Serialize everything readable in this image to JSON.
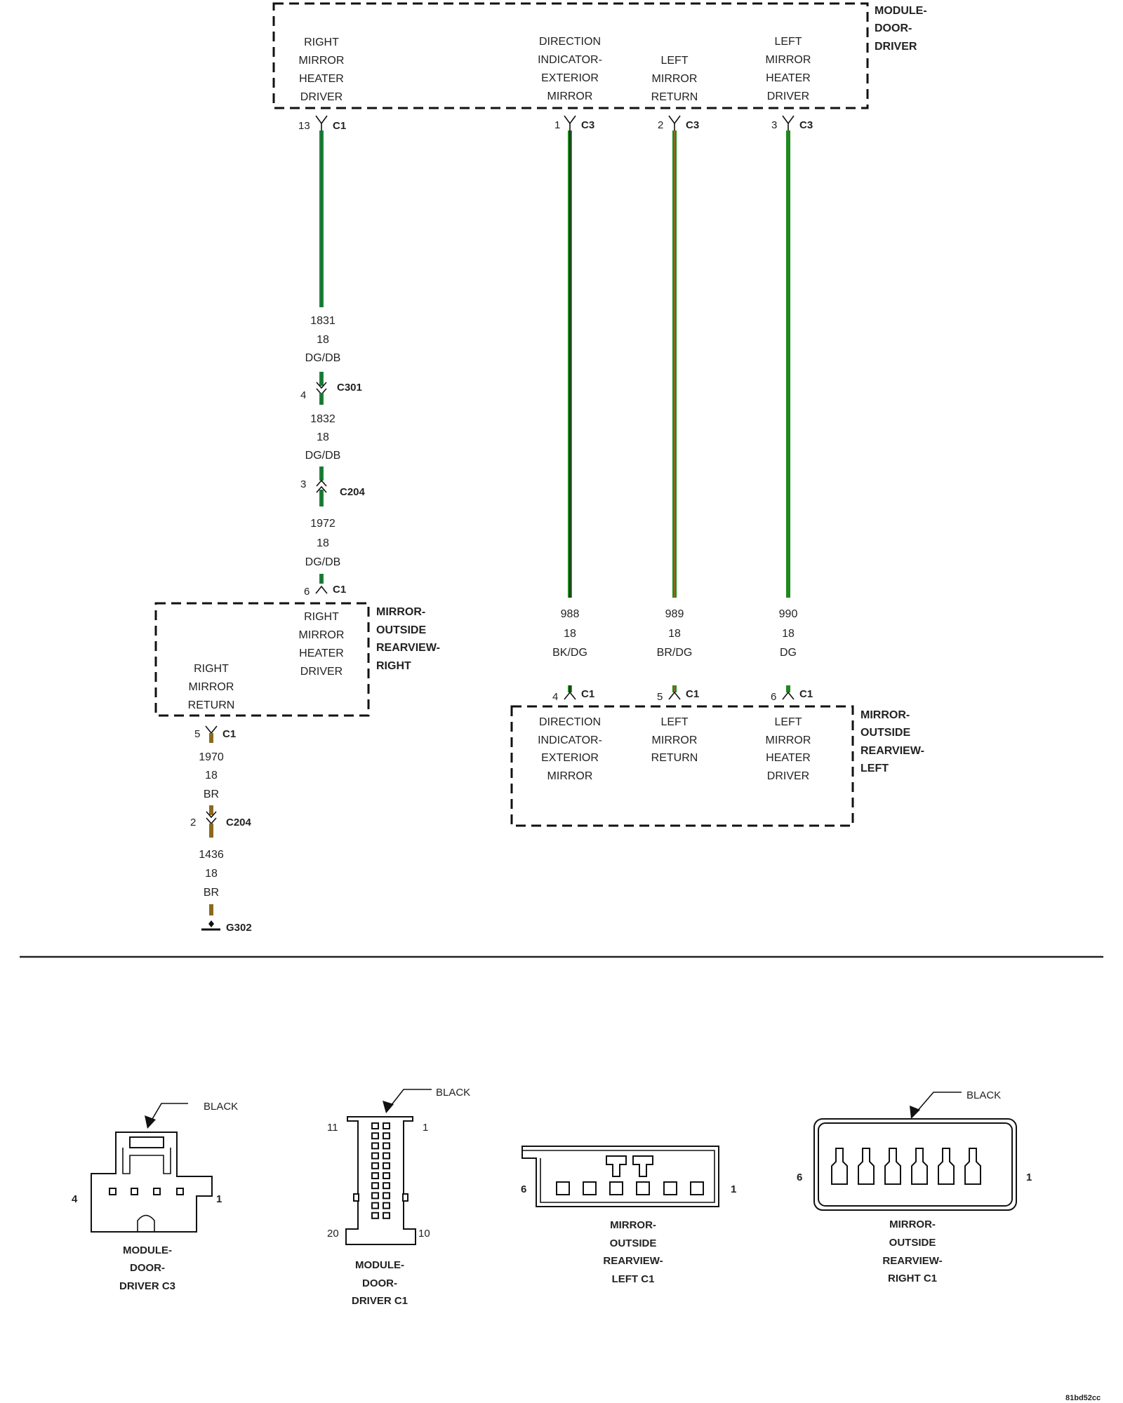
{
  "colors": {
    "dg": "#1e8a1e",
    "db": "#2c4fb0",
    "bk": "#222222",
    "br": "#8a6a1c",
    "ink": "#111111"
  },
  "module_door_driver": {
    "name_lines": [
      "MODULE-",
      "DOOR-",
      "DRIVER"
    ],
    "right_heater_driver": [
      "RIGHT",
      "MIRROR",
      "HEATER",
      "DRIVER"
    ],
    "direction_indicator": [
      "DIRECTION",
      "INDICATOR-",
      "EXTERIOR",
      "MIRROR"
    ],
    "left_return": [
      "LEFT",
      "MIRROR",
      "RETURN"
    ],
    "left_heater_driver": [
      "LEFT",
      "MIRROR",
      "HEATER",
      "DRIVER"
    ]
  },
  "mirror_right": {
    "name_lines": [
      "MIRROR-",
      "OUTSIDE",
      "REARVIEW-",
      "RIGHT"
    ],
    "heater_driver": [
      "RIGHT",
      "MIRROR",
      "HEATER",
      "DRIVER"
    ],
    "return": [
      "RIGHT",
      "MIRROR",
      "RETURN"
    ]
  },
  "mirror_left": {
    "name_lines": [
      "MIRROR-",
      "OUTSIDE",
      "REARVIEW-",
      "LEFT"
    ],
    "direction_indicator": [
      "DIRECTION",
      "INDICATOR-",
      "EXTERIOR",
      "MIRROR"
    ],
    "return": [
      "LEFT",
      "MIRROR",
      "RETURN"
    ],
    "heater_driver": [
      "LEFT",
      "MIRROR",
      "HEATER",
      "DRIVER"
    ]
  },
  "pins": {
    "mdd_13": {
      "pin": "13",
      "conn": "C1"
    },
    "mdd_1": {
      "pin": "1",
      "conn": "C3"
    },
    "mdd_2": {
      "pin": "2",
      "conn": "C3"
    },
    "mdd_3": {
      "pin": "3",
      "conn": "C3"
    },
    "c301": {
      "pin": "4",
      "conn": "C301"
    },
    "c204_a": {
      "pin": "3",
      "conn": "C204"
    },
    "mr_6": {
      "pin": "6",
      "conn": "C1"
    },
    "mr_5": {
      "pin": "5",
      "conn": "C1"
    },
    "c204_b": {
      "pin": "2",
      "conn": "C204"
    },
    "ml_4": {
      "pin": "4",
      "conn": "C1"
    },
    "ml_5": {
      "pin": "5",
      "conn": "C1"
    },
    "ml_6": {
      "pin": "6",
      "conn": "C1"
    }
  },
  "wires": {
    "w1831": [
      "1831",
      "18",
      "DG/DB"
    ],
    "w1832": [
      "1832",
      "18",
      "DG/DB"
    ],
    "w1972": [
      "1972",
      "18",
      "DG/DB"
    ],
    "w1970": [
      "1970",
      "18",
      "BR"
    ],
    "w1436": [
      "1436",
      "18",
      "BR"
    ],
    "w988": [
      "988",
      "18",
      "BK/DG"
    ],
    "w989": [
      "989",
      "18",
      "BR/DG"
    ],
    "w990": [
      "990",
      "18",
      "DG"
    ]
  },
  "ground": "G302",
  "connectors": {
    "mdd_c3": {
      "color": "BLACK",
      "pin_left": "4",
      "pin_right": "1",
      "name_lines": [
        "MODULE-",
        "DOOR-",
        "DRIVER C3"
      ]
    },
    "mdd_c1": {
      "color": "BLACK",
      "pin_tl": "11",
      "pin_tr": "1",
      "pin_bl": "20",
      "pin_br": "10",
      "name_lines": [
        "MODULE-",
        "DOOR-",
        "DRIVER C1"
      ]
    },
    "ml_c1": {
      "pin_left": "6",
      "pin_right": "1",
      "name_lines": [
        "MIRROR-",
        "OUTSIDE",
        "REARVIEW-",
        "LEFT C1"
      ]
    },
    "mr_c1": {
      "color": "BLACK",
      "pin_left": "6",
      "pin_right": "1",
      "name_lines": [
        "MIRROR-",
        "OUTSIDE",
        "REARVIEW-",
        "RIGHT C1"
      ]
    }
  },
  "footer_code": "81bd52cc"
}
